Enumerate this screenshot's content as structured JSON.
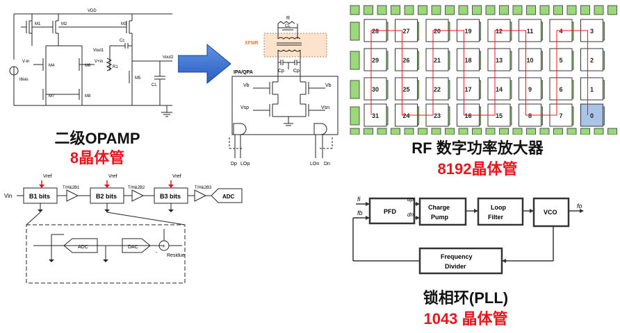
{
  "opamp": {
    "title": "二级OPAMP",
    "count": "8晶体管",
    "labels": {
      "vdd": "VDD",
      "m1": "M1",
      "m2": "M2",
      "m3": "M3",
      "m4": "M4",
      "m5": "M5",
      "m6": "M6",
      "m7": "M7",
      "m8": "M8",
      "vin_neg": "V-in",
      "vin_pos": "V+in",
      "vout1": "Vout1",
      "cc": "Cc",
      "r1": "R1",
      "ibias": "Ibias",
      "vout2": "Vout2",
      "cl": "CL"
    }
  },
  "rfpa": {
    "title": "RF 数字功率放大器",
    "count": "8192晶体管",
    "labels": {
      "r": "R",
      "cl": "CL",
      "xfmr": "XFMR",
      "cp1": "Cp",
      "cp2": "Cp",
      "ipa": "IPA/QPA",
      "vb_l": "Vb",
      "vb_r": "Vb",
      "vsp": "Vsp",
      "vsn": "Vsn",
      "dp": "Dp",
      "lop": "LOp",
      "lon": "LOn",
      "dn": "Dn"
    },
    "grid": [
      [
        "28",
        "27",
        "20",
        "19",
        "12",
        "11",
        "4",
        "3"
      ],
      [
        "29",
        "26",
        "21",
        "18",
        "13",
        "10",
        "5",
        "2"
      ],
      [
        "30",
        "25",
        "22",
        "17",
        "14",
        "9",
        "6",
        "1"
      ],
      [
        "31",
        "24",
        "23",
        "16",
        "15",
        "8",
        "7",
        "0"
      ]
    ]
  },
  "adc": {
    "labels": {
      "vin": "Vin",
      "vref1": "Vref",
      "vref2": "Vref",
      "vref3": "Vref",
      "b1": "B1 bits",
      "b2": "B2 bits",
      "b3": "B3 bits",
      "th1": "T/H&2B1",
      "th2": "T/H&2B2",
      "th3": "T/H&2B3",
      "adc": "ADC",
      "inner_adc": "ADC",
      "inner_dac": "DAC",
      "plus": "+",
      "minus": "-",
      "residue": "Residue"
    }
  },
  "pll": {
    "title": "锁相环(PLL)",
    "count": "1043 晶体管",
    "labels": {
      "fi": "fi",
      "fb": "fb",
      "up": "up",
      "dn": "dn",
      "pfd": "PFD",
      "cp1": "Charge",
      "cp2": "Pump",
      "lf1": "Loop",
      "lf2": "Filter",
      "vco": "VCO",
      "fo": "fo",
      "fd1": "Frequency",
      "fd2": "Divider"
    }
  },
  "colors": {
    "red": "#e8141e",
    "arrow": "#2e6bd8",
    "cell": "#b7ddc0",
    "sel": "#a9c4e6",
    "dummy": "#9bd87a",
    "pll_box": "#333333"
  }
}
